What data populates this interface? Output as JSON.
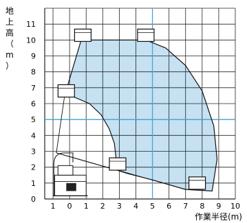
{
  "chart_data": {
    "type": "area",
    "title": "",
    "ylabel_chars": [
      "地",
      "上",
      "高",
      "（",
      "m",
      "）"
    ],
    "xlabel": "作業半径(m)",
    "x_ticks": [
      "1",
      "0",
      "1",
      "2",
      "3",
      "4",
      "5",
      "6",
      "7",
      "8",
      "9",
      "10"
    ],
    "x_tick_values": [
      -1,
      0,
      1,
      2,
      3,
      4,
      5,
      6,
      7,
      8,
      9,
      10
    ],
    "y_ticks": [
      "0",
      "1",
      "2",
      "3",
      "4",
      "5",
      "6",
      "7",
      "8",
      "9",
      "10",
      "11"
    ],
    "y_tick_values": [
      0,
      1,
      2,
      3,
      4,
      5,
      6,
      7,
      8,
      9,
      10,
      11
    ],
    "xlim": [
      -1.5,
      10
    ],
    "ylim": [
      0,
      12
    ],
    "grid": true,
    "highlight_lines": {
      "x": 5,
      "y": 5
    },
    "series": [
      {
        "values": [
          [
            0.7,
            10.0
          ],
          [
            4.6,
            10.0
          ],
          [
            5.8,
            9.5
          ],
          [
            7.0,
            8.4
          ],
          [
            8.0,
            6.8
          ],
          [
            8.7,
            4.6
          ],
          [
            8.9,
            2.5
          ],
          [
            8.6,
            0.5
          ],
          [
            7.0,
            0.6
          ],
          [
            5.0,
            1.2
          ],
          [
            3.5,
            1.6
          ],
          [
            2.9,
            1.8
          ],
          [
            2.8,
            2.6
          ],
          [
            2.7,
            3.5
          ],
          [
            2.4,
            4.4
          ],
          [
            1.9,
            5.3
          ],
          [
            1.2,
            6.0
          ],
          [
            0.3,
            6.4
          ],
          [
            -0.3,
            6.5
          ]
        ]
      }
    ],
    "platform_positions": [
      [
        0.8,
        10.3
      ],
      [
        4.6,
        10.3
      ],
      [
        -0.2,
        6.8
      ],
      [
        2.9,
        2.2
      ],
      [
        7.7,
        1.0
      ]
    ],
    "colors": {
      "area_fill": "#c5e1f2",
      "area_stroke": "#111111",
      "grid": "#222222",
      "highlight_line": "#4aa3d6",
      "platform": "#ffffff"
    }
  }
}
